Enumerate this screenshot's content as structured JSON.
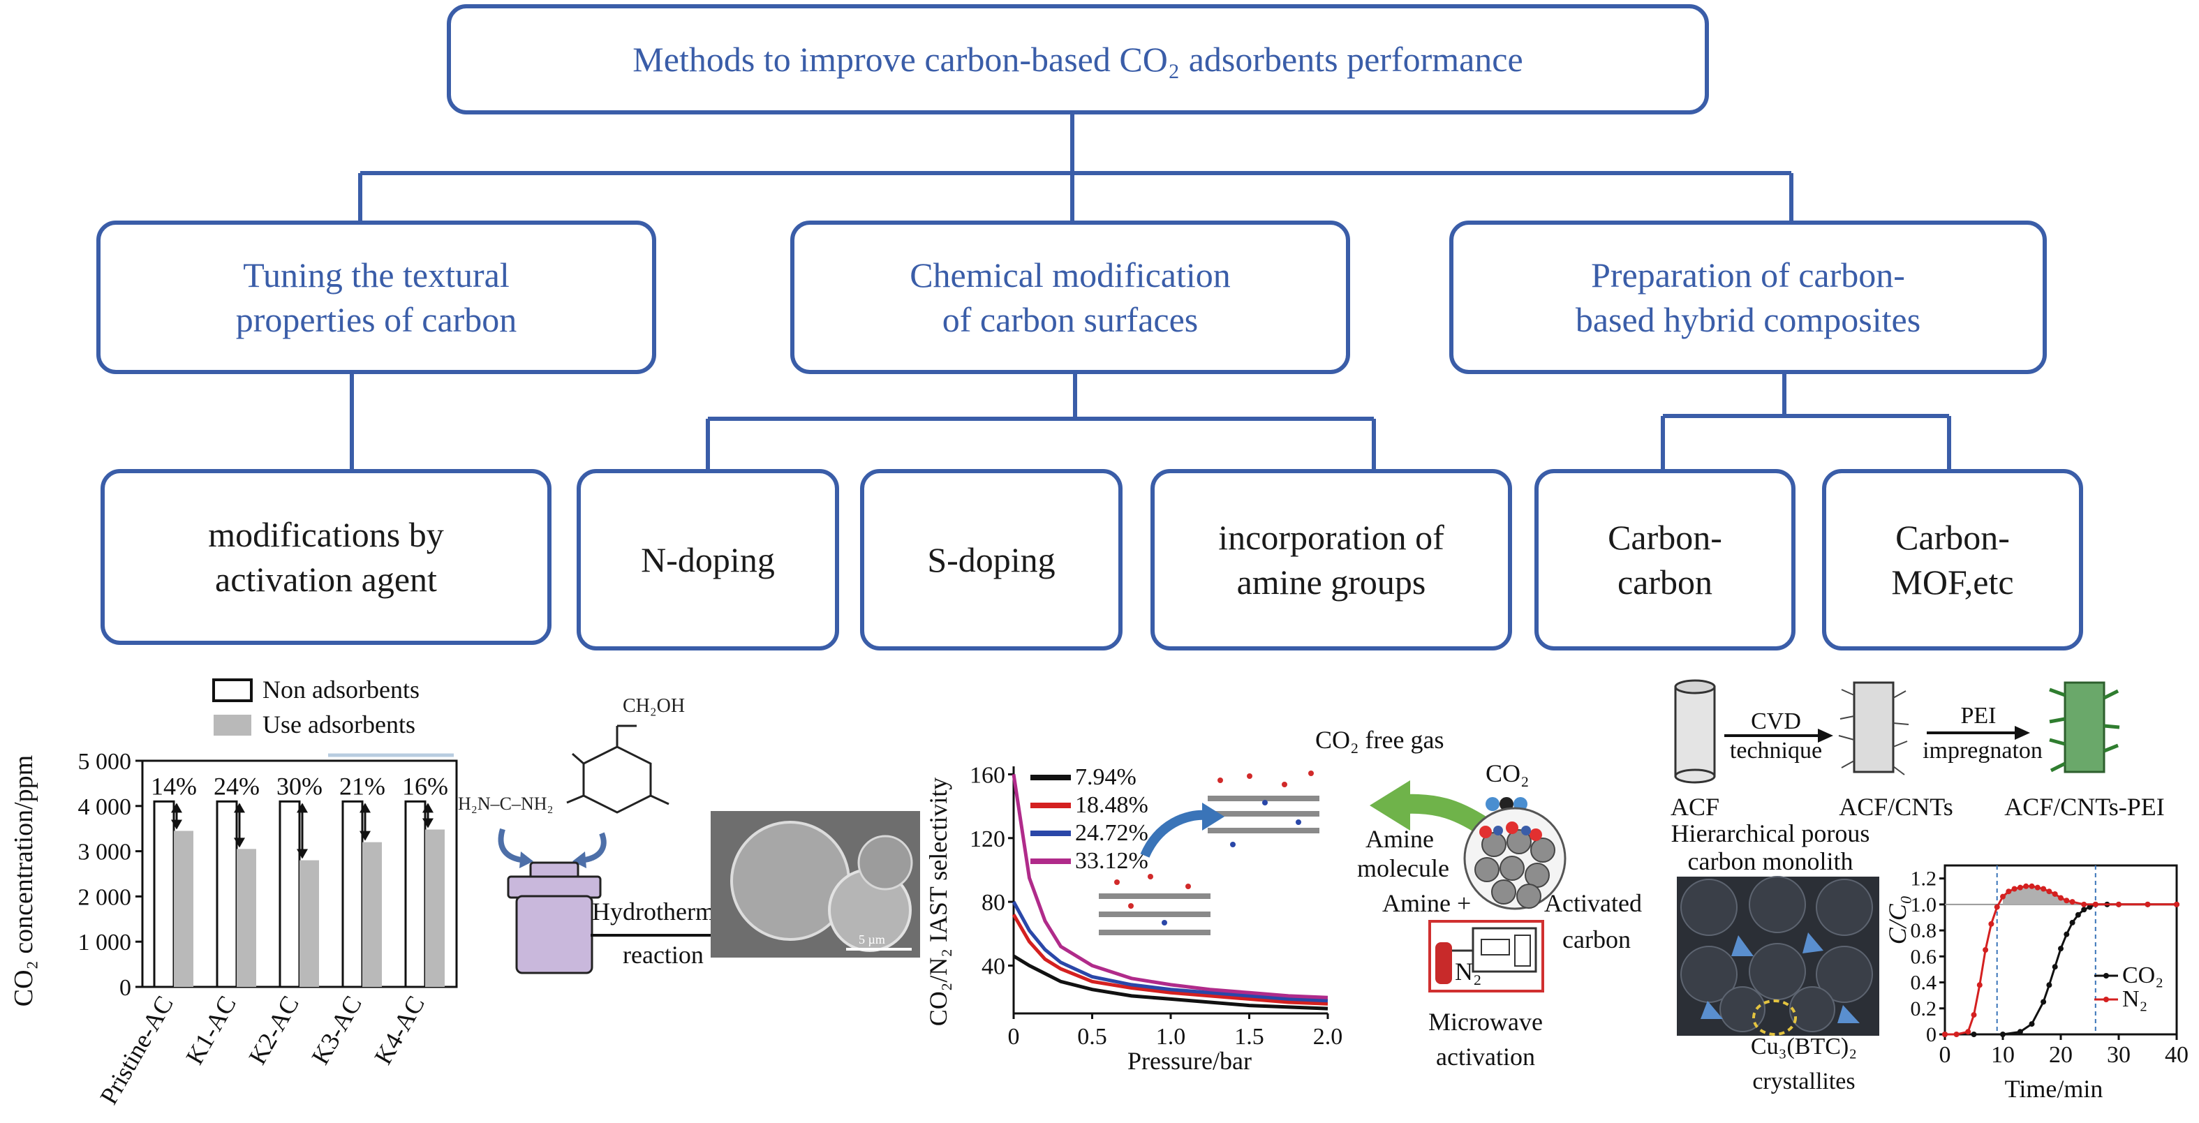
{
  "colors": {
    "accent": "#3a5da8",
    "ink": "#1a1a1a",
    "bar_fill": "#b9b9b9"
  },
  "tree": {
    "root": "Methods to improve carbon-based CO₂ adsorbents performance",
    "categories": [
      "Tuning the textural\nproperties of carbon",
      "Chemical modification\nof carbon surfaces",
      "Preparation of carbon-\nbased hybrid composites"
    ],
    "methods": [
      "modifications by\nactivation agent",
      "N-doping",
      "S-doping",
      "incorporation of\namine groups",
      "Carbon-\ncarbon",
      "Carbon-\nMOF,etc"
    ]
  },
  "panel_bar": {
    "legend": [
      "Non adsorbents",
      "Use adsorbents"
    ],
    "ylabel": "CO₂ concentration/ppm",
    "yticks": [
      "0",
      "1 000",
      "2 000",
      "3 000",
      "4 000",
      "5 000"
    ]
  },
  "panel_hydro": {
    "molecule_label": "CH₂OH",
    "urea_label": "H₂N–C–NH₂",
    "process_label": "Hydrothermal\nreaction",
    "scale_label": "5 µm"
  },
  "panel_selectivity": {
    "ylabel": "CO₂/N₂ IAST selectivity",
    "xlabel": "Pressure/bar",
    "xticks": [
      "0",
      "0.5",
      "1.0",
      "1.5",
      "2.0"
    ],
    "yticks": [
      "40",
      "80",
      "120",
      "160"
    ]
  },
  "panel_microwave": {
    "free_gas": "CO₂ free gas",
    "co2": "CO₂",
    "amine_molecule": "Amine\nmolecule",
    "amine_plus": "Amine +",
    "activated_carbon": "Activated\ncarbon",
    "n2": "N₂",
    "caption": "Microwave\nactivation"
  },
  "panel_hybrid": {
    "step1": "CVD\ntechnique",
    "step2": "PEI\nimpregnaton",
    "acf": "ACF",
    "acf_cnts": "ACF/CNTs",
    "acf_cnts_pei": "ACF/CNTs-PEI",
    "monolith": "Hierarchical porous\ncarbon monolith",
    "crystallites": "Cu₃(BTC)₂\ncrystallites"
  },
  "panel_breakthrough": {
    "ylabel": "C/C₀",
    "xlabel": "Time/min",
    "xticks": [
      "0",
      "10",
      "20",
      "30",
      "40"
    ],
    "yticks": [
      "0",
      "0.2",
      "0.4",
      "0.6",
      "0.8",
      "1.0",
      "1.2"
    ]
  },
  "chart_data": [
    {
      "type": "bar",
      "categories": [
        "Pristine-AC",
        "K1-AC",
        "K2-AC",
        "K3-AC",
        "K4-AC"
      ],
      "series": [
        {
          "name": "Non adsorbents",
          "values": [
            4100,
            4100,
            4100,
            4100,
            4100
          ]
        },
        {
          "name": "Use adsorbents",
          "values": [
            3450,
            3050,
            2800,
            3200,
            3480
          ]
        }
      ],
      "annotations": [
        "14%",
        "24%",
        "30%",
        "21%",
        "16%"
      ],
      "ylabel": "CO₂ concentration/ppm",
      "ylim": [
        0,
        5000
      ]
    },
    {
      "type": "line",
      "xlabel": "Pressure/bar",
      "ylabel": "CO₂/N₂ IAST selectivity",
      "xlim": [
        0,
        2.0
      ],
      "ylim": [
        10,
        165
      ],
      "series": [
        {
          "name": "7.94%",
          "color": "#111111",
          "x": [
            0,
            0.1,
            0.2,
            0.3,
            0.5,
            0.75,
            1.0,
            1.25,
            1.5,
            1.75,
            2.0
          ],
          "y": [
            46,
            40,
            35,
            30,
            25,
            21,
            19,
            17,
            15,
            14,
            13
          ]
        },
        {
          "name": "18.48%",
          "color": "#d42020",
          "x": [
            0,
            0.1,
            0.2,
            0.3,
            0.5,
            0.75,
            1.0,
            1.25,
            1.5,
            1.75,
            2.0
          ],
          "y": [
            72,
            55,
            44,
            38,
            30,
            26,
            23,
            21,
            19,
            17,
            16
          ]
        },
        {
          "name": "24.72%",
          "color": "#2a47a8",
          "x": [
            0,
            0.1,
            0.2,
            0.3,
            0.5,
            0.75,
            1.0,
            1.25,
            1.5,
            1.75,
            2.0
          ],
          "y": [
            80,
            62,
            50,
            42,
            33,
            28,
            25,
            23,
            21,
            19,
            18
          ]
        },
        {
          "name": "33.12%",
          "color": "#b02b8a",
          "x": [
            0,
            0.1,
            0.2,
            0.3,
            0.5,
            0.75,
            1.0,
            1.25,
            1.5,
            1.75,
            2.0
          ],
          "y": [
            160,
            95,
            68,
            52,
            40,
            32,
            28,
            25,
            23,
            21,
            20
          ]
        }
      ]
    },
    {
      "type": "line",
      "xlabel": "Time/min",
      "ylabel": "C/C₀",
      "xlim": [
        0,
        40
      ],
      "ylim": [
        0,
        1.3
      ],
      "series": [
        {
          "name": "CO₂",
          "color": "#111111",
          "x": [
            0,
            5,
            10,
            13,
            15,
            17,
            18,
            19,
            20,
            21,
            22,
            23,
            24,
            25,
            26,
            28,
            30,
            35,
            40
          ],
          "y": [
            0,
            0,
            0,
            0.02,
            0.08,
            0.25,
            0.38,
            0.52,
            0.66,
            0.77,
            0.86,
            0.92,
            0.96,
            0.98,
            1.0,
            1.0,
            1.0,
            1.0,
            1.0
          ]
        },
        {
          "name": "N₂",
          "color": "#d42020",
          "x": [
            0,
            2,
            4,
            5,
            6,
            7,
            8,
            9,
            10,
            11,
            12,
            13,
            14,
            15,
            16,
            17,
            18,
            19,
            20,
            21,
            22,
            24,
            26,
            30,
            35,
            40
          ],
          "y": [
            0,
            0,
            0.02,
            0.15,
            0.38,
            0.65,
            0.85,
            0.98,
            1.06,
            1.1,
            1.12,
            1.13,
            1.14,
            1.14,
            1.13,
            1.12,
            1.1,
            1.08,
            1.05,
            1.03,
            1.02,
            1.0,
            1.0,
            1.0,
            1.0,
            1.0
          ]
        }
      ]
    }
  ]
}
